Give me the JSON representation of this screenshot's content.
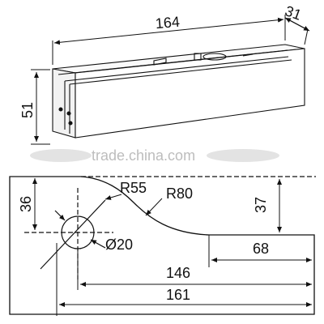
{
  "top_view": {
    "length_label": "164",
    "depth_label": "31",
    "height_label": "51"
  },
  "watermark": "trade.china.com",
  "profile": {
    "r55_label": "R55",
    "r80_label": "R80",
    "left_height_label": "36",
    "right_height_label": "37",
    "hole_label": "Ø20",
    "slot_label": "68",
    "mid_length_label": "146",
    "total_length_label": "161"
  },
  "colors": {
    "line": "#111111",
    "watermark": "#bdbdbd"
  }
}
